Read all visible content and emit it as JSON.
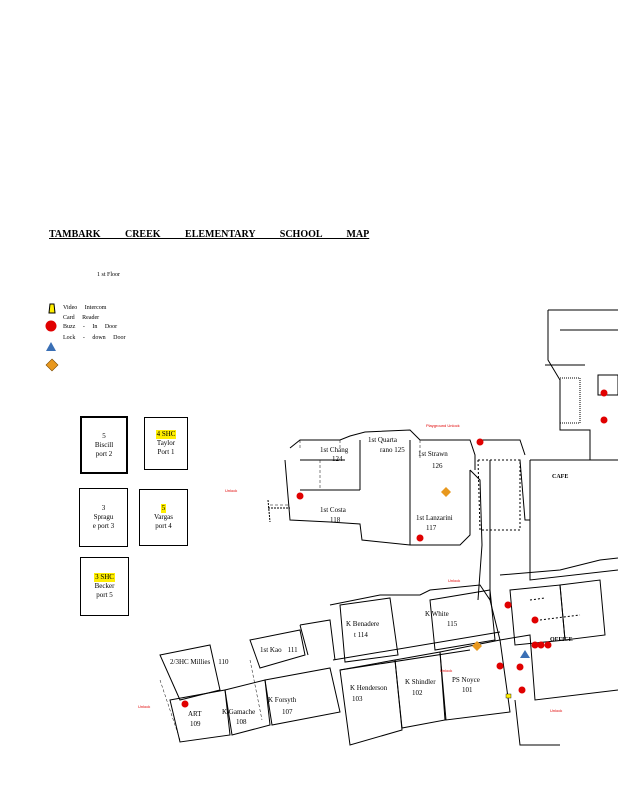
{
  "title": "TAMBARK CREEK ELEMENTARY SCHOOL MAP",
  "floor_label": "1 st Floor",
  "legend": [
    {
      "icon": "video-intercom-icon",
      "label": "Video Intercom"
    },
    {
      "icon": "card-reader-icon",
      "label": "Card Reader"
    },
    {
      "icon": "buzz-in-door-icon",
      "label": "Buzz - In Door"
    },
    {
      "icon": "lock-down-door-icon",
      "label": "Lock - down Door"
    }
  ],
  "colors": {
    "card_reader": "#e00000",
    "lockdown": "#3a6fb5",
    "video": "#ffee00",
    "diamond": "#e8981e"
  },
  "portables": [
    {
      "num": "5",
      "line1": "Biscill",
      "line2": "port 2"
    },
    {
      "num": "4 SHC",
      "line1": "Taylor",
      "line2": "Port 1"
    },
    {
      "num": "3",
      "line1": "Spragu",
      "line2": "e port 3"
    },
    {
      "num": "5",
      "line1": "Vargas",
      "line2": "port 4"
    },
    {
      "num": "3 SHC",
      "line1": "Becker",
      "line2": "port 5"
    }
  ],
  "rooms": [
    {
      "name": "1st Chang",
      "num": "124"
    },
    {
      "name": "1st Quarta",
      "num": "rano 125"
    },
    {
      "name": "1st Strawn",
      "num": "126"
    },
    {
      "name": "1st Costa",
      "num": "118"
    },
    {
      "name": "1st Lanzarini",
      "num": "117"
    },
    {
      "name": "CAFE",
      "num": ""
    },
    {
      "name": "K White",
      "num": "115"
    },
    {
      "name": "K Benadere",
      "num": "t 114"
    },
    {
      "name": "1st Kao",
      "num": "111"
    },
    {
      "name": "2/3HC Millies",
      "num": "110"
    },
    {
      "name": "ART",
      "num": "109"
    },
    {
      "name": "K Gamache",
      "num": "108"
    },
    {
      "name": "K Forsyth",
      "num": "107"
    },
    {
      "name": "K Henderson",
      "num": "103"
    },
    {
      "name": "K Shindler",
      "num": "102"
    },
    {
      "name": "PS Noyce",
      "num": "101"
    },
    {
      "name": "OFFICE",
      "num": ""
    }
  ],
  "small_labels": [
    "Playground Unlock",
    "Unlock",
    "Unlock",
    "Unlock",
    "Unlock",
    "Unlock"
  ]
}
